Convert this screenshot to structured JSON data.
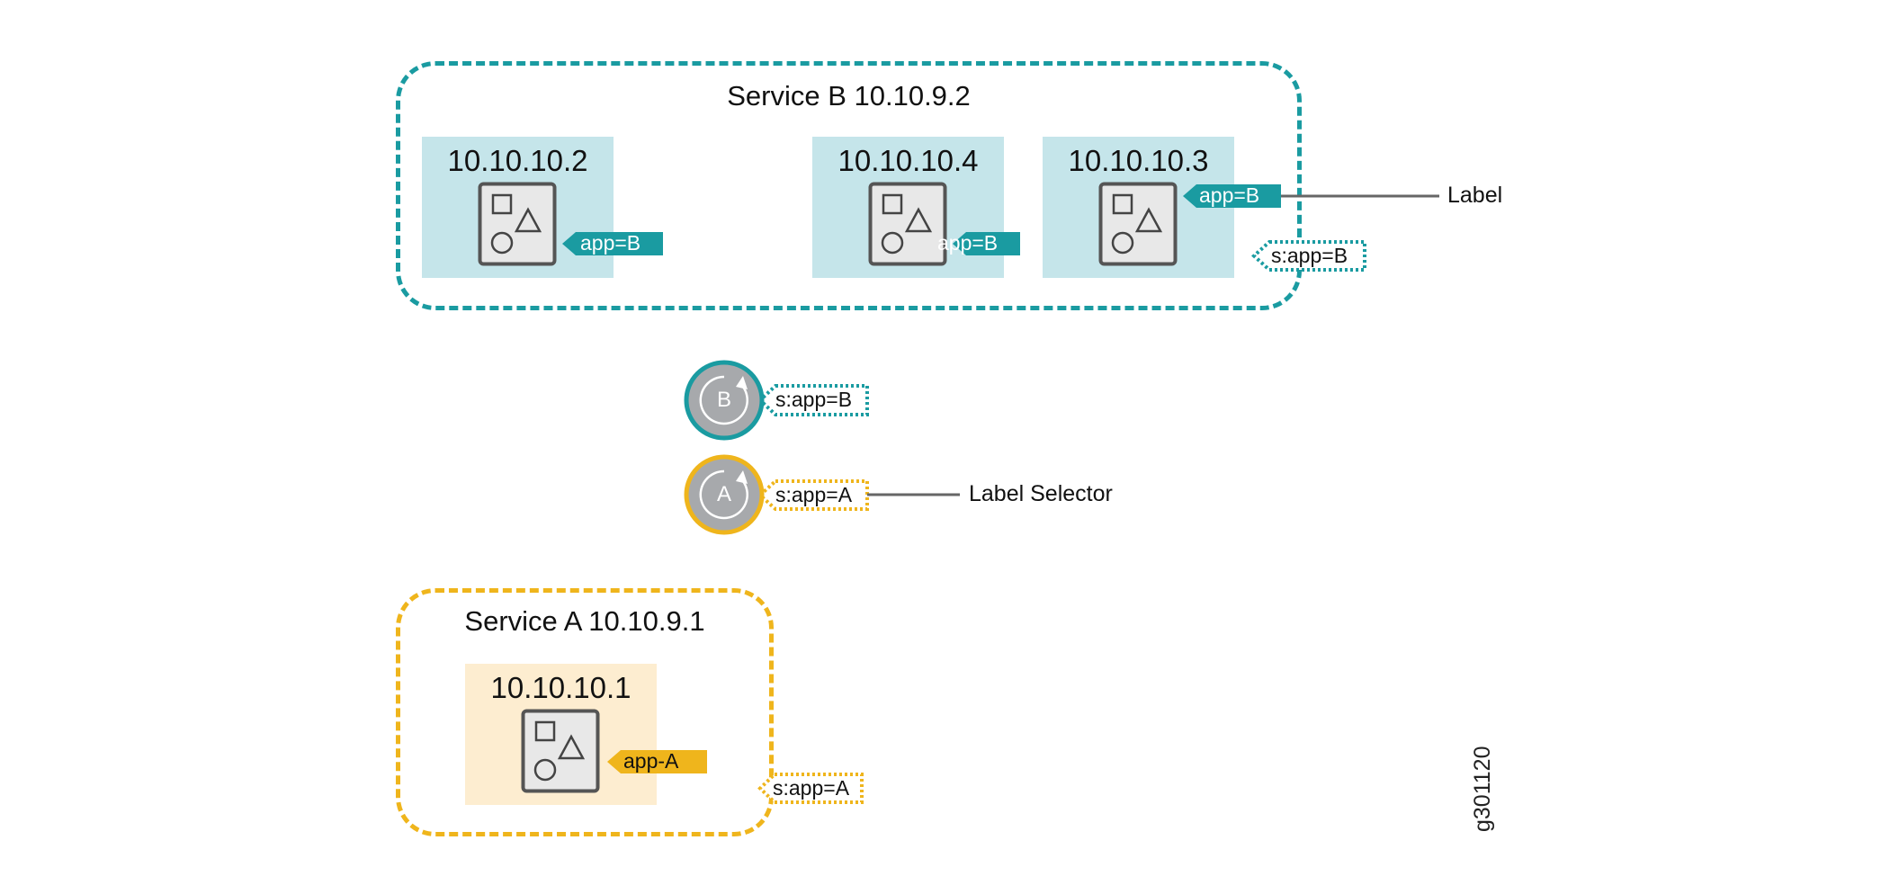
{
  "service_b": {
    "title": "Service B 10.10.9.2",
    "selector": "s:app=B"
  },
  "service_a": {
    "title": "Service A 10.10.9.1",
    "selector": "s:app=A"
  },
  "pods_b": [
    {
      "ip": "10.10.10.2",
      "label": "app=B"
    },
    {
      "ip": "10.10.10.4",
      "label": "app=B"
    },
    {
      "ip": "10.10.10.3",
      "label": "app=B"
    }
  ],
  "pod_a": {
    "ip": "10.10.10.1",
    "label": "app-A"
  },
  "controllers": [
    {
      "letter": "B",
      "selector": "s:app=B"
    },
    {
      "letter": "A",
      "selector": "s:app=A"
    }
  ],
  "callouts": {
    "label": "Label",
    "label_selector": "Label Selector"
  },
  "figure_id": "g301120",
  "colors": {
    "teal": "#1a9ba1",
    "amber": "#efb51c",
    "pod_b_bg": "#c5e5ea",
    "pod_a_bg": "#fdedd0",
    "controller_fill": "#a7a9ac",
    "line": "#666666"
  }
}
